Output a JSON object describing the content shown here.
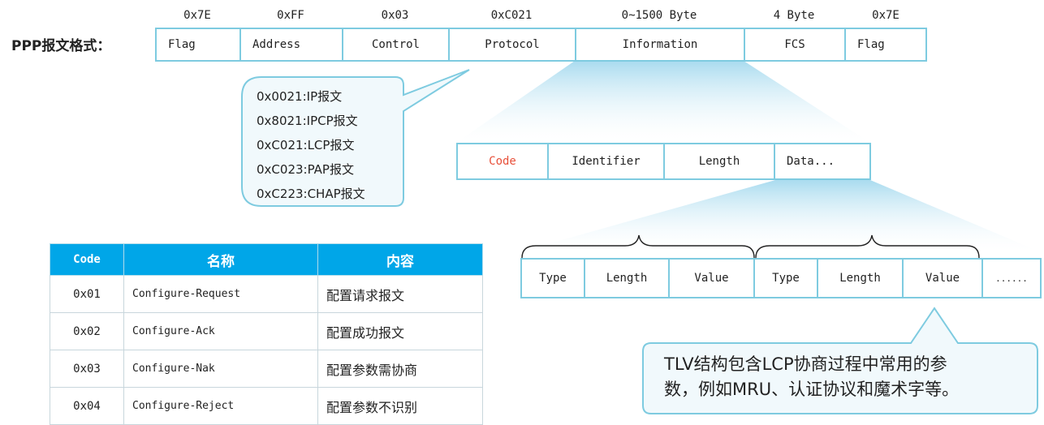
{
  "frame_title": "PPP报文格式：",
  "ppp_fields": [
    {
      "value": "0x7E",
      "name": "Flag"
    },
    {
      "value": "0xFF",
      "name": "Address"
    },
    {
      "value": "0x03",
      "name": "Control"
    },
    {
      "value": "0xC021",
      "name": "Protocol"
    },
    {
      "value": "0~1500 Byte",
      "name": "Information"
    },
    {
      "value": "4 Byte",
      "name": "FCS"
    },
    {
      "value": "0x7E",
      "name": "Flag"
    }
  ],
  "protocol_bubble": [
    "0x0021:IP报文",
    "0x8021:IPCP报文",
    "0xC021:LCP报文",
    "0xC023:PAP报文",
    "0xC223:CHAP报文"
  ],
  "lcp_fields": [
    "Code",
    "Identifier",
    "Length",
    "Data..."
  ],
  "tlv_fields": [
    "Type",
    "Length",
    "Value",
    "Type",
    "Length",
    "Value",
    "......"
  ],
  "tlv_note": [
    "TLV结构包含LCP协商过程中常用的参",
    "数，例如MRU、认证协议和魔术字等。"
  ],
  "code_table": {
    "headers": [
      "Code",
      "名称",
      "内容"
    ],
    "rows": [
      [
        "0x01",
        "Configure-Request",
        "配置请求报文"
      ],
      [
        "0x02",
        "Configure-Ack",
        "配置成功报文"
      ],
      [
        "0x03",
        "Configure-Nak",
        "配置参数需协商"
      ],
      [
        "0x04",
        "Configure-Reject",
        "配置参数不识别"
      ]
    ]
  },
  "colors": {
    "border": "#7ecbe0",
    "header_bg": "#00a6e8",
    "highlight": "#e8503a",
    "bubble_fill": "#f1f9fc"
  }
}
